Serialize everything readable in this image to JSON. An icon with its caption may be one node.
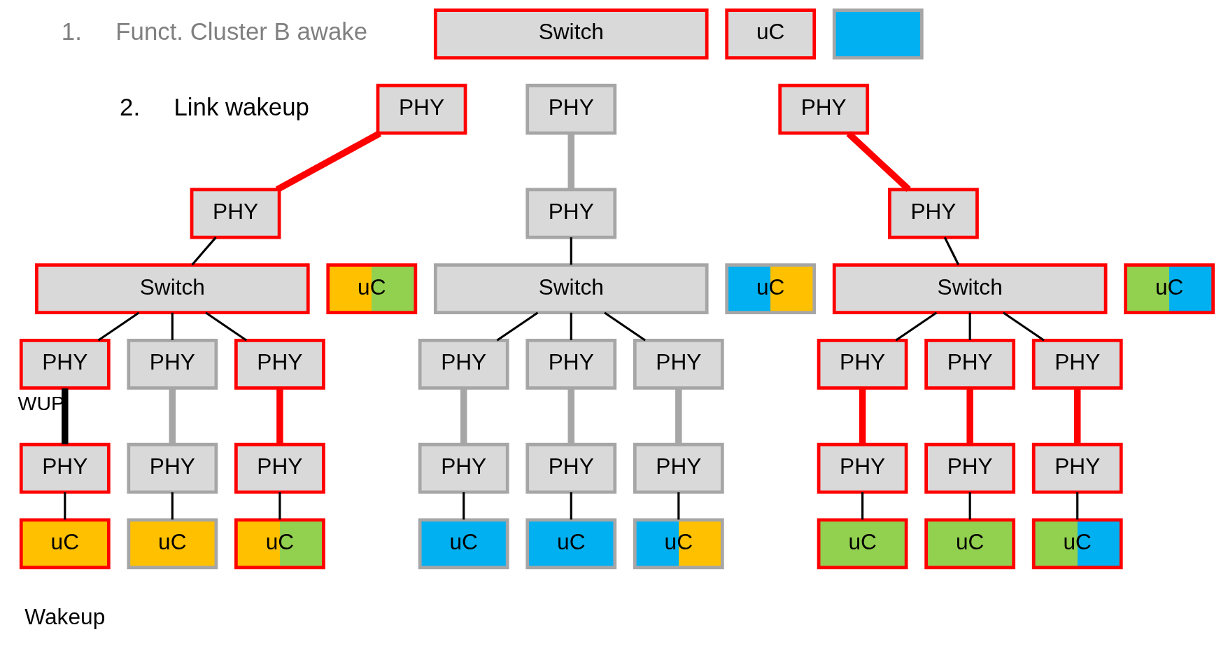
{
  "diagram": {
    "nodes": [
      {
        "text": [
          "Switch"
        ]
      },
      {
        "text": [
          "uC"
        ]
      },
      {
        "text": [],
        "shape": "box"
      },
      {
        "text": [
          "PHY"
        ]
      },
      {
        "text": [
          "PHY"
        ]
      },
      {
        "text": [
          "PHY"
        ]
      },
      {
        "text": [
          "PHY"
        ]
      },
      {
        "text": [
          "PHY"
        ]
      },
      {
        "text": [
          "PHY"
        ]
      },
      {
        "text": [
          "Switch"
        ]
      },
      {
        "text": [
          "uC"
        ]
      },
      {
        "text": [
          "Switch"
        ]
      },
      {
        "text": [
          "uC"
        ]
      },
      {
        "text": [
          "Switch"
        ]
      },
      {
        "text": [
          "uC"
        ]
      },
      {
        "text": [
          "PHY"
        ]
      },
      {
        "text": [
          "PHY"
        ]
      },
      {
        "text": [
          "PHY"
        ]
      },
      {
        "text": [
          "PHY"
        ]
      },
      {
        "text": [
          "PHY"
        ]
      },
      {
        "text": [
          "PHY"
        ]
      },
      {
        "text": [
          "PHY"
        ]
      },
      {
        "text": [
          "PHY"
        ]
      },
      {
        "text": [
          "PHY"
        ]
      },
      {
        "text": [
          "PHY"
        ]
      },
      {
        "text": [
          "PHY"
        ]
      },
      {
        "text": [
          "PHY"
        ]
      },
      {
        "text": [
          "PHY"
        ]
      },
      {
        "text": [
          "PHY"
        ]
      },
      {
        "text": [
          "PHY"
        ]
      },
      {
        "text": [
          "PHY"
        ]
      },
      {
        "text": [
          "PHY"
        ]
      },
      {
        "text": [
          "PHY"
        ]
      },
      {
        "text": [
          "uC"
        ],
        "beside": [
          "Wakeup"
        ]
      },
      {
        "text": [
          "uC"
        ]
      },
      {
        "text": [
          "uC"
        ]
      },
      {
        "text": [
          "uC"
        ]
      },
      {
        "text": [
          "uC"
        ]
      },
      {
        "text": [
          "uC"
        ]
      },
      {
        "text": [
          "uC"
        ]
      },
      {
        "text": [
          "uC"
        ]
      },
      {
        "text": [
          "uC"
        ]
      }
    ],
    "edges": [
      {
        "from": 3,
        "to": 6,
        "arrow": "none",
        "style": "thick",
        "color": "#ff0000"
      },
      {
        "from": 4,
        "to": 7,
        "arrow": "none",
        "style": "thick",
        "color": "#a6a6a6"
      },
      {
        "from": 5,
        "to": 8,
        "arrow": "none",
        "style": "thick",
        "color": "#ff0000"
      },
      {
        "from": 6,
        "to": 9,
        "arrow": "none"
      },
      {
        "from": 7,
        "to": 11,
        "arrow": "none"
      },
      {
        "from": 8,
        "to": 13,
        "arrow": "none"
      },
      {
        "from": 9,
        "to": 15,
        "arrow": "none"
      },
      {
        "from": 9,
        "to": 16,
        "arrow": "none"
      },
      {
        "from": 9,
        "to": 17,
        "arrow": "none"
      },
      {
        "from": 11,
        "to": 18,
        "arrow": "none"
      },
      {
        "from": 11,
        "to": 19,
        "arrow": "none"
      },
      {
        "from": 11,
        "to": 20,
        "arrow": "none"
      },
      {
        "from": 13,
        "to": 21,
        "arrow": "none"
      },
      {
        "from": 13,
        "to": 22,
        "arrow": "none"
      },
      {
        "from": 13,
        "to": 23,
        "arrow": "none"
      },
      {
        "from": 15,
        "to": 24,
        "arrow": "none",
        "style": "thick",
        "label": "WUP"
      },
      {
        "from": 16,
        "to": 25,
        "arrow": "none",
        "style": "thick",
        "color": "#a6a6a6"
      },
      {
        "from": 17,
        "to": 26,
        "arrow": "none",
        "style": "thick",
        "color": "#ff0000"
      },
      {
        "from": 18,
        "to": 27,
        "arrow": "none",
        "style": "thick",
        "color": "#a6a6a6"
      },
      {
        "from": 19,
        "to": 28,
        "arrow": "none",
        "style": "thick",
        "color": "#a6a6a6"
      },
      {
        "from": 20,
        "to": 29,
        "arrow": "none",
        "style": "thick",
        "color": "#a6a6a6"
      },
      {
        "from": 21,
        "to": 30,
        "arrow": "none",
        "style": "thick",
        "color": "#ff0000"
      },
      {
        "from": 22,
        "to": 31,
        "arrow": "none",
        "style": "thick",
        "color": "#ff0000"
      },
      {
        "from": 23,
        "to": 32,
        "arrow": "none",
        "style": "thick",
        "color": "#ff0000"
      },
      {
        "from": 24,
        "to": 33,
        "arrow": "none"
      },
      {
        "from": 25,
        "to": 34,
        "arrow": "none"
      },
      {
        "from": 26,
        "to": 35,
        "arrow": "none"
      },
      {
        "from": 27,
        "to": 36,
        "arrow": "none"
      },
      {
        "from": 28,
        "to": 37,
        "arrow": "none"
      },
      {
        "from": 29,
        "to": 38,
        "arrow": "none"
      },
      {
        "from": 30,
        "to": 39,
        "arrow": "none"
      },
      {
        "from": 31,
        "to": 40,
        "arrow": "none"
      },
      {
        "from": 32,
        "to": 41,
        "arrow": "none"
      }
    ],
    "labels": [
      "1.     Funct. Cluster B awake",
      "2.     Link wakeup"
    ]
  }
}
